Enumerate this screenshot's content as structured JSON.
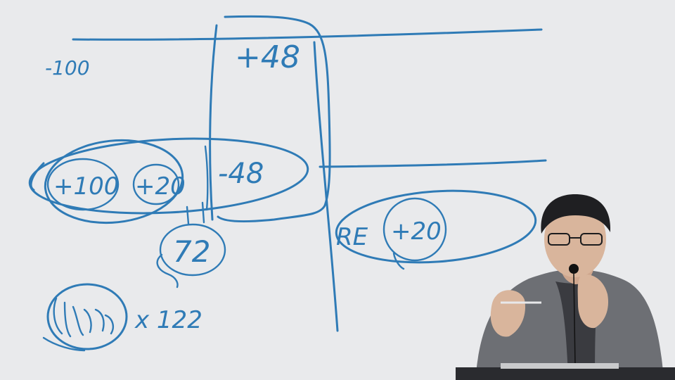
{
  "whiteboard": {
    "ink_color": "#2f7bb6",
    "background": "#e9eaec",
    "labels": {
      "minus_100": "-100",
      "plus_48_top": "+48",
      "plus_100": "+100",
      "plus_20_left": "+20",
      "minus_48": "-48",
      "n72": "72",
      "re": "RE",
      "plus_20_right": "+20",
      "bottom_expr": "x 122"
    }
  },
  "presenter": {
    "hair": "#1f1f22",
    "skin": "#d9b59c",
    "jacket": "#6d6f74",
    "shirt": "#3a3b40"
  }
}
